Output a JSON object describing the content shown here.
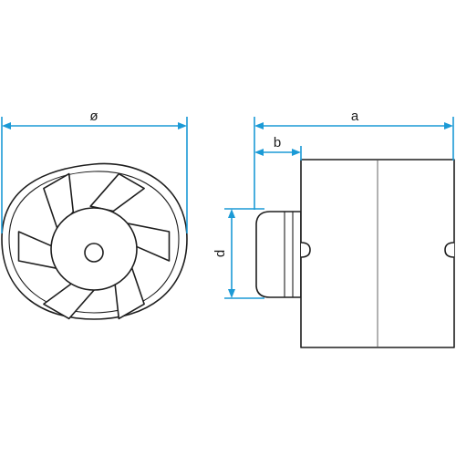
{
  "labels": {
    "diameter": "ø",
    "length_a": "a",
    "length_b": "b",
    "diameter_d": "d"
  },
  "colors": {
    "dimension_lines": "#1b9ad6",
    "outline": "#1e1e1e",
    "background": "#ffffff"
  },
  "fan": {
    "blade_count": 6
  }
}
